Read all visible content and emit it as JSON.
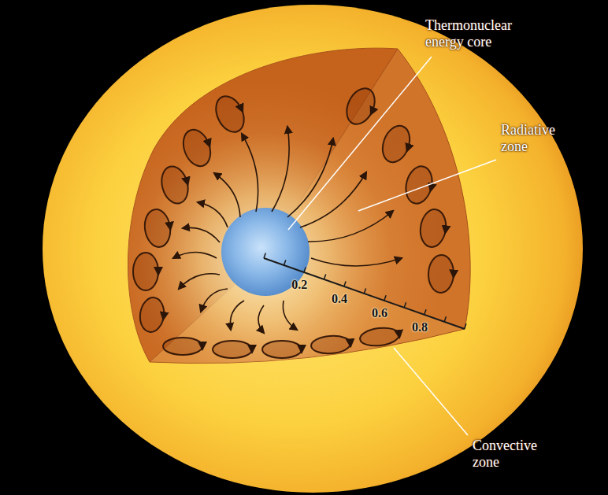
{
  "diagram": {
    "labels": [
      "Thermonuclear energy core",
      "Radiative zone",
      "Convective zone",
      "0.2",
      "0.4",
      "0.6",
      "0.8"
    ]
  }
}
